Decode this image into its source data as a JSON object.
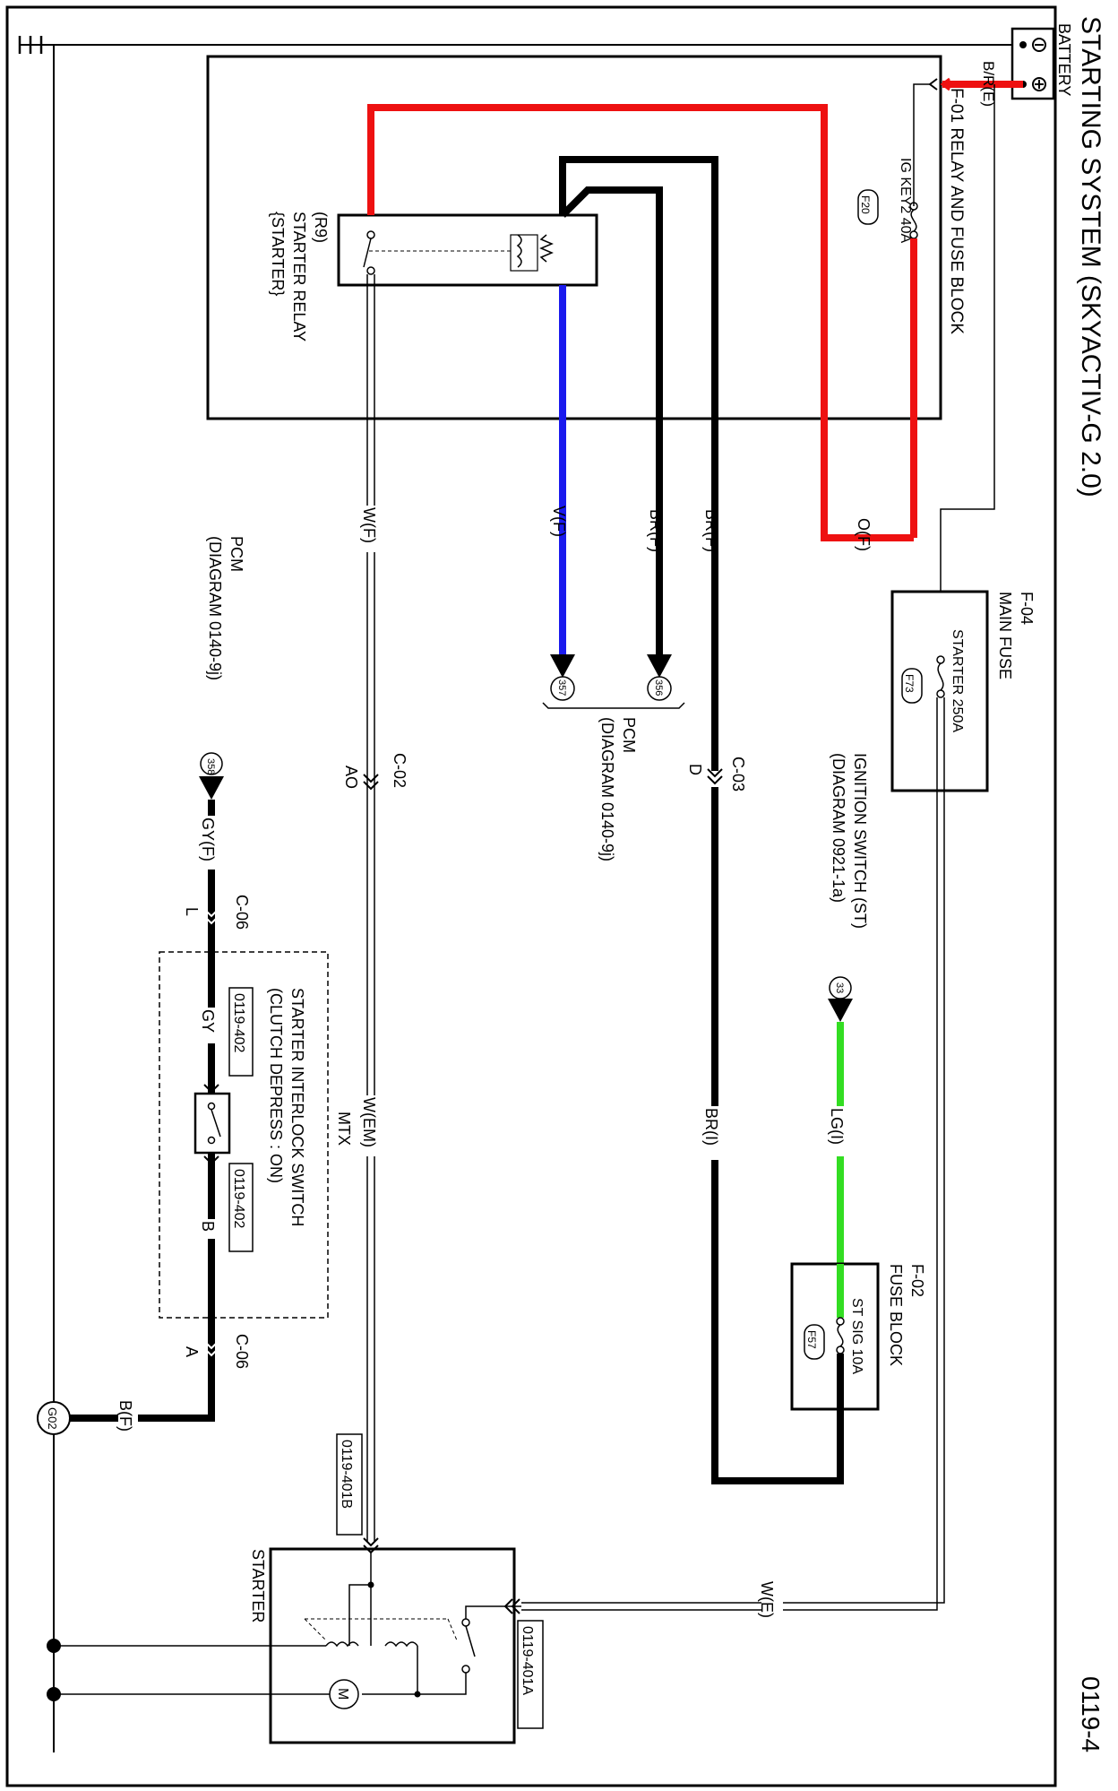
{
  "page": {
    "title": "STARTING SYSTEM (SKYACTIV-G 2.0)",
    "page_number": "0119-4"
  },
  "colors": {
    "red": "#ee1111",
    "blue": "#1a1aee",
    "green": "#33dd22",
    "black": "#000000"
  },
  "components": {
    "battery": "BATTERY",
    "battery_wire": "B/R(E)",
    "relay_block": "F-01 RELAY AND FUSE BLOCK",
    "ig_key2": "IG KEY2 40A",
    "f20": "F20",
    "starter_relay_id": "(R9)",
    "starter_relay_name": "STARTER RELAY",
    "starter_relay_sub": "{STARTER}",
    "main_fuse_id": "F-04",
    "main_fuse_name": "MAIN FUSE",
    "starter_fuse": "STARTER 250A",
    "f73": "F73",
    "fuse_block_id": "F-02",
    "fuse_block_name": "FUSE BLOCK",
    "st_sig": "ST SIG 10A",
    "f57": "F57",
    "ign_switch": "IGNITION SWITCH (ST)",
    "ign_diagram": "(DIAGRAM 0921-1a)",
    "pcm1": "PCM",
    "pcm1_diagram": "(DIAGRAM 0140-9j)",
    "pcm2": "PCM",
    "pcm2_diagram": "(DIAGRAM 0140-9j)",
    "mtx": "MTX",
    "interlock": "STARTER INTERLOCK SWITCH",
    "interlock_sub": "(CLUTCH DEPRESS : ON)",
    "starter": "STARTER",
    "ground": "G02"
  },
  "wires": {
    "o_f": "O(F)",
    "br_f_left": "BR(F)",
    "br_f_right": "BR(F)",
    "v_f": "V(F)",
    "w_f": "W(F)",
    "lg_i": "LG(I)",
    "br_i": "BR(I)",
    "w_e": "W(E)",
    "w_em": "W(EM)",
    "gy_f": "GY(F)",
    "gy": "GY",
    "b": "B",
    "b_f": "B(F)"
  },
  "connectors": {
    "c02": "C-02",
    "c02_pin": "AO",
    "c03": "C-03",
    "c03_pin": "D",
    "c06_top": "C-06",
    "c06_top_pin": "L",
    "c06_bot": "C-06",
    "c06_bot_pin": "A",
    "n356": "356",
    "n357": "357",
    "n358": "358",
    "n33": "33"
  },
  "refs": {
    "r402a": "0119-402",
    "r402b": "0119-402",
    "r401b": "0119-401B",
    "r401a": "0119-401A"
  }
}
